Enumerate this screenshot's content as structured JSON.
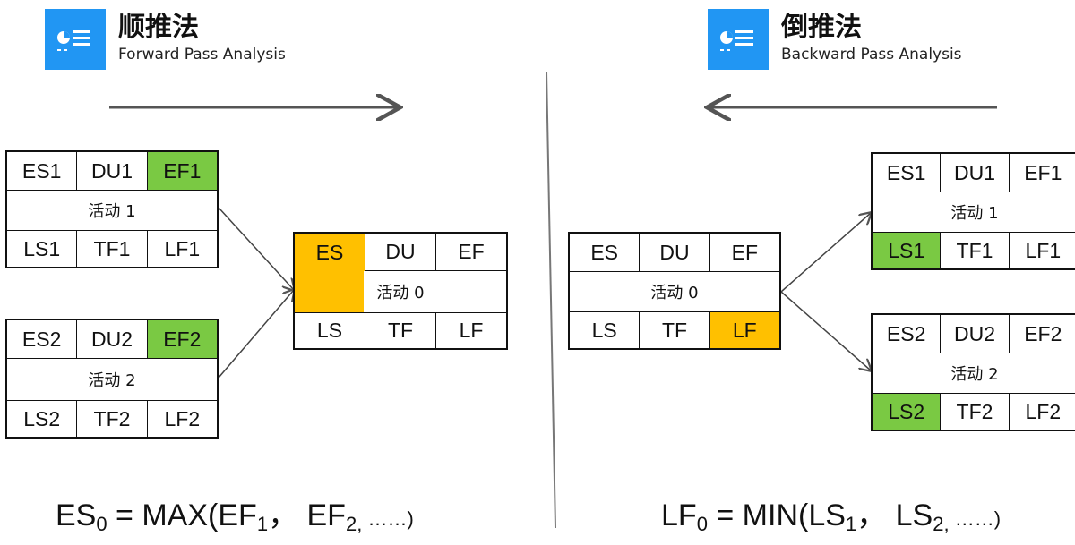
{
  "left": {
    "title": "顺推法",
    "subtitle": "Forward Pass Analysis",
    "node1": {
      "cells": [
        "ES1",
        "DU1",
        "EF1"
      ],
      "name": "活动 1",
      "bottom": [
        "LS1",
        "TF1",
        "LF1"
      ]
    },
    "node2": {
      "cells": [
        "ES2",
        "DU2",
        "EF2"
      ],
      "name": "活动 2",
      "bottom": [
        "LS2",
        "TF2",
        "LF2"
      ]
    },
    "node0": {
      "cells": [
        "ES",
        "DU",
        "EF"
      ],
      "name": "活动 0",
      "bottom": [
        "LS",
        "TF",
        "LF"
      ]
    },
    "formula": {
      "lhs": "ES",
      "lhs_sub": "0",
      "mid": " = MAX(EF",
      "s1": "1",
      "sep": "，  EF",
      "s2": "2,",
      "tail": "  ……)"
    }
  },
  "right": {
    "title": "倒推法",
    "subtitle": "Backward Pass Analysis",
    "node0": {
      "cells": [
        "ES",
        "DU",
        "EF"
      ],
      "name": "活动 0",
      "bottom": [
        "LS",
        "TF",
        "LF"
      ]
    },
    "node1": {
      "cells": [
        "ES1",
        "DU1",
        "EF1"
      ],
      "name": "活动 1",
      "bottom": [
        "LS1",
        "TF1",
        "LF1"
      ]
    },
    "node2": {
      "cells": [
        "ES2",
        "DU2",
        "EF2"
      ],
      "name": "活动 2",
      "bottom": [
        "LS2",
        "TF2",
        "LF2"
      ]
    },
    "formula": {
      "lhs": "LF",
      "lhs_sub": "0",
      "mid": " = MIN(LS",
      "s1": "1",
      "sep": "，  LS",
      "s2": "2,",
      "tail": "  ……)"
    }
  },
  "colors": {
    "logo": "#2196f3",
    "highlight_green": "#7ac943",
    "highlight_orange": "#ffc000"
  }
}
